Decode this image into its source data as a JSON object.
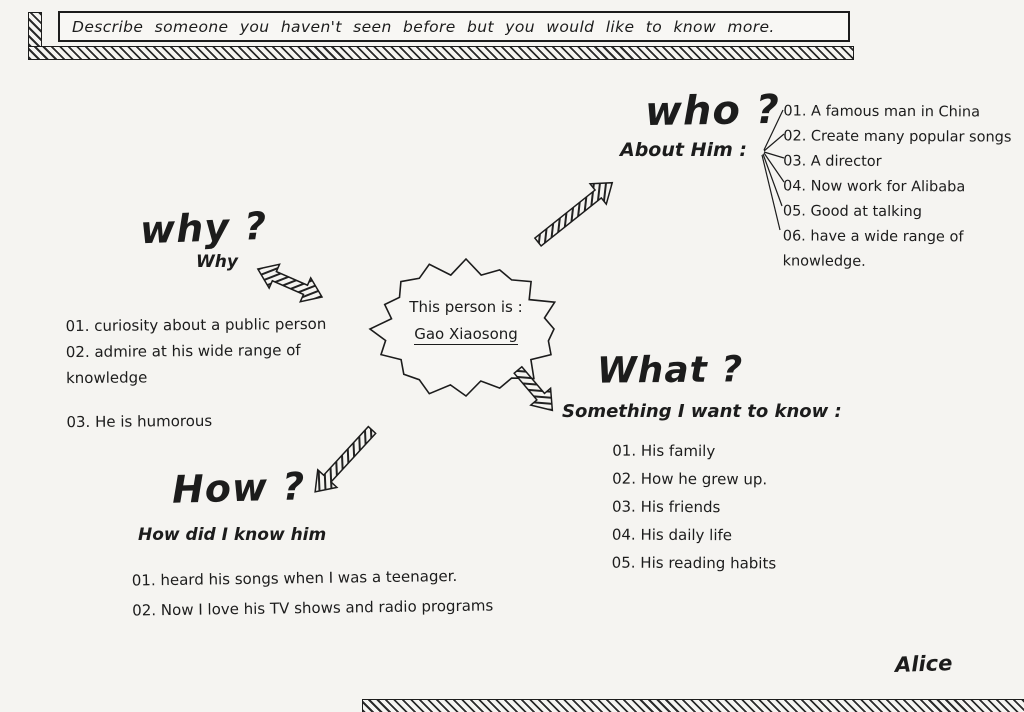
{
  "page": {
    "title": "Describe someone you haven't seen before but you would like to know more.",
    "signature": "Alice"
  },
  "center": {
    "line1": "This person is :",
    "line2": "Gao Xiaosong"
  },
  "branches": {
    "who": {
      "heading": "who ?",
      "subheading": "About Him :",
      "items": [
        "01.  A famous man in China",
        "02.  Create many popular songs",
        "03.  A director",
        "04.  Now work for Alibaba",
        "05.  Good at talking",
        "06.  have a wide range of knowledge."
      ]
    },
    "why": {
      "heading": "why ?",
      "subheading": "Why",
      "items": [
        "01.  curiosity about a public person",
        "02.  admire at his wide range of knowledge",
        "03.  He is humorous"
      ]
    },
    "what": {
      "heading": "What ?",
      "subheading": "Something I want to know :",
      "items": [
        "01.  His family",
        "02.  How he grew up.",
        "03.  His friends",
        "04.  His daily life",
        "05.  His reading habits"
      ]
    },
    "how": {
      "heading": "How ?",
      "subheading": "How did I know him",
      "items": [
        "01.  heard his songs when I was a teenager.",
        "02.  Now I love his TV shows and radio programs"
      ]
    }
  }
}
